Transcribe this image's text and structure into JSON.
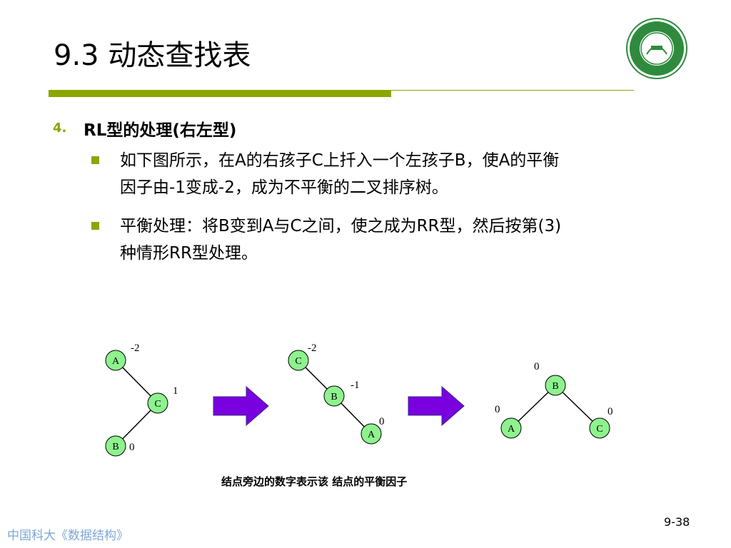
{
  "title": "9.3 动态查找表",
  "heading": {
    "number": "4.",
    "text": "RL型的处理(右左型)"
  },
  "bullets": [
    {
      "line1": "如下图所示，在A的右孩子C上扦入一个左孩子B，使A的平衡",
      "line2": "因子由-1变成-2，成为不平衡的二叉排序树。"
    },
    {
      "line1": "平衡处理：将B变到A与C之间，使之成为RR型，然后按第(3)",
      "line2": "种情形RR型处理。"
    }
  ],
  "diagram": {
    "tree1": {
      "nodes": [
        {
          "label": "A",
          "factor": "-2"
        },
        {
          "label": "C",
          "factor": "1"
        },
        {
          "label": "B",
          "factor": "0"
        }
      ]
    },
    "tree2": {
      "nodes": [
        {
          "label": "C",
          "factor": "-2"
        },
        {
          "label": "B",
          "factor": "-1"
        },
        {
          "label": "A",
          "factor": "0"
        }
      ]
    },
    "tree3": {
      "nodes": [
        {
          "label": "B",
          "factor": "0"
        },
        {
          "label": "A",
          "factor": "0"
        },
        {
          "label": "C",
          "factor": "0"
        }
      ]
    },
    "caption": "结点旁边的数字表示该 结点的平衡因子",
    "node_color": "#8ef28e",
    "arrow_color": "#7a00e0"
  },
  "page_number": "9-38",
  "footer": "中国科大《数据结构》",
  "colors": {
    "accent": "#8aa600",
    "footer": "#7fa6d6"
  }
}
